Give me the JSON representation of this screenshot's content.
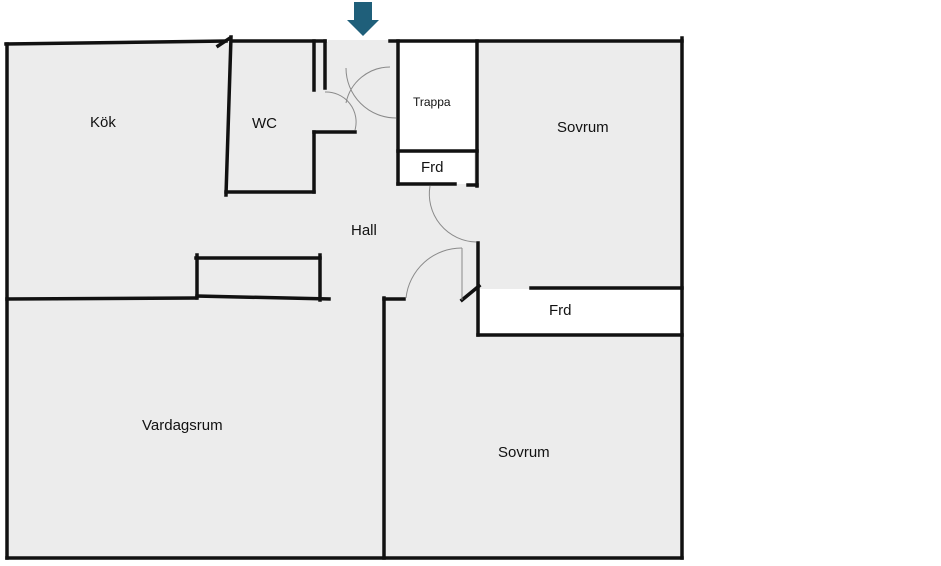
{
  "plan": {
    "floor_color": "#ececec",
    "wall_color": "#111111",
    "closet_color": "#ffffff",
    "entrance_arrow_color": "#1f5f7a",
    "entrance_icon": "entrance-arrow-icon",
    "rooms": {
      "kok": "Kök",
      "wc": "WC",
      "trappa": "Trappa",
      "frd_small": "Frd",
      "sovrum_top": "Sovrum",
      "hall": "Hall",
      "frd_wide": "Frd",
      "vardagsrum": "Vardagsrum",
      "sovrum_bottom": "Sovrum"
    }
  }
}
